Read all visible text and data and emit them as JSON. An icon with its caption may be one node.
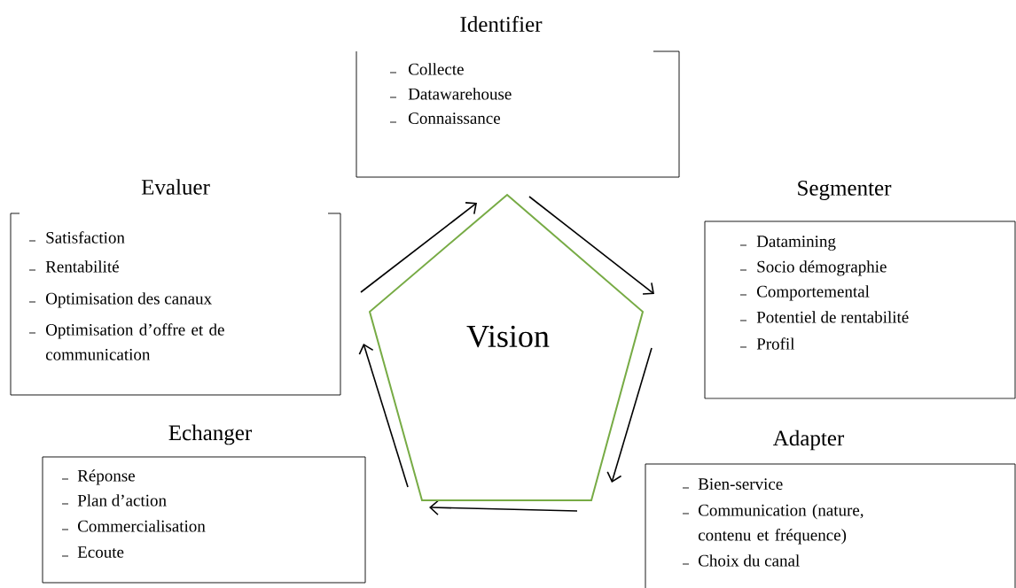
{
  "diagram": {
    "nodes": [
      {
        "text": [
          "Identifier",
          "Collecte",
          "Datawarehouse",
          "Connaissance"
        ]
      },
      {
        "text": [
          "Segmenter",
          "Datamining",
          "Socio démographie",
          "Comportemental",
          "Potentiel de rentabilité",
          "Profil"
        ]
      },
      {
        "text": [
          "Adapter",
          "Bien-service",
          "Communication (nature, contenu et fréquence)",
          "Choix du canal"
        ]
      },
      {
        "text": [
          "Echanger",
          "Réponse",
          "Plan d’action",
          "Commercialisation",
          "Ecoute"
        ]
      },
      {
        "text": [
          "Evaluer",
          "Satisfaction",
          "Rentabilité",
          "Optimisation des canaux",
          "Optimisation d’offre et de communication"
        ]
      },
      {
        "text": [
          "Vision"
        ]
      }
    ]
  }
}
